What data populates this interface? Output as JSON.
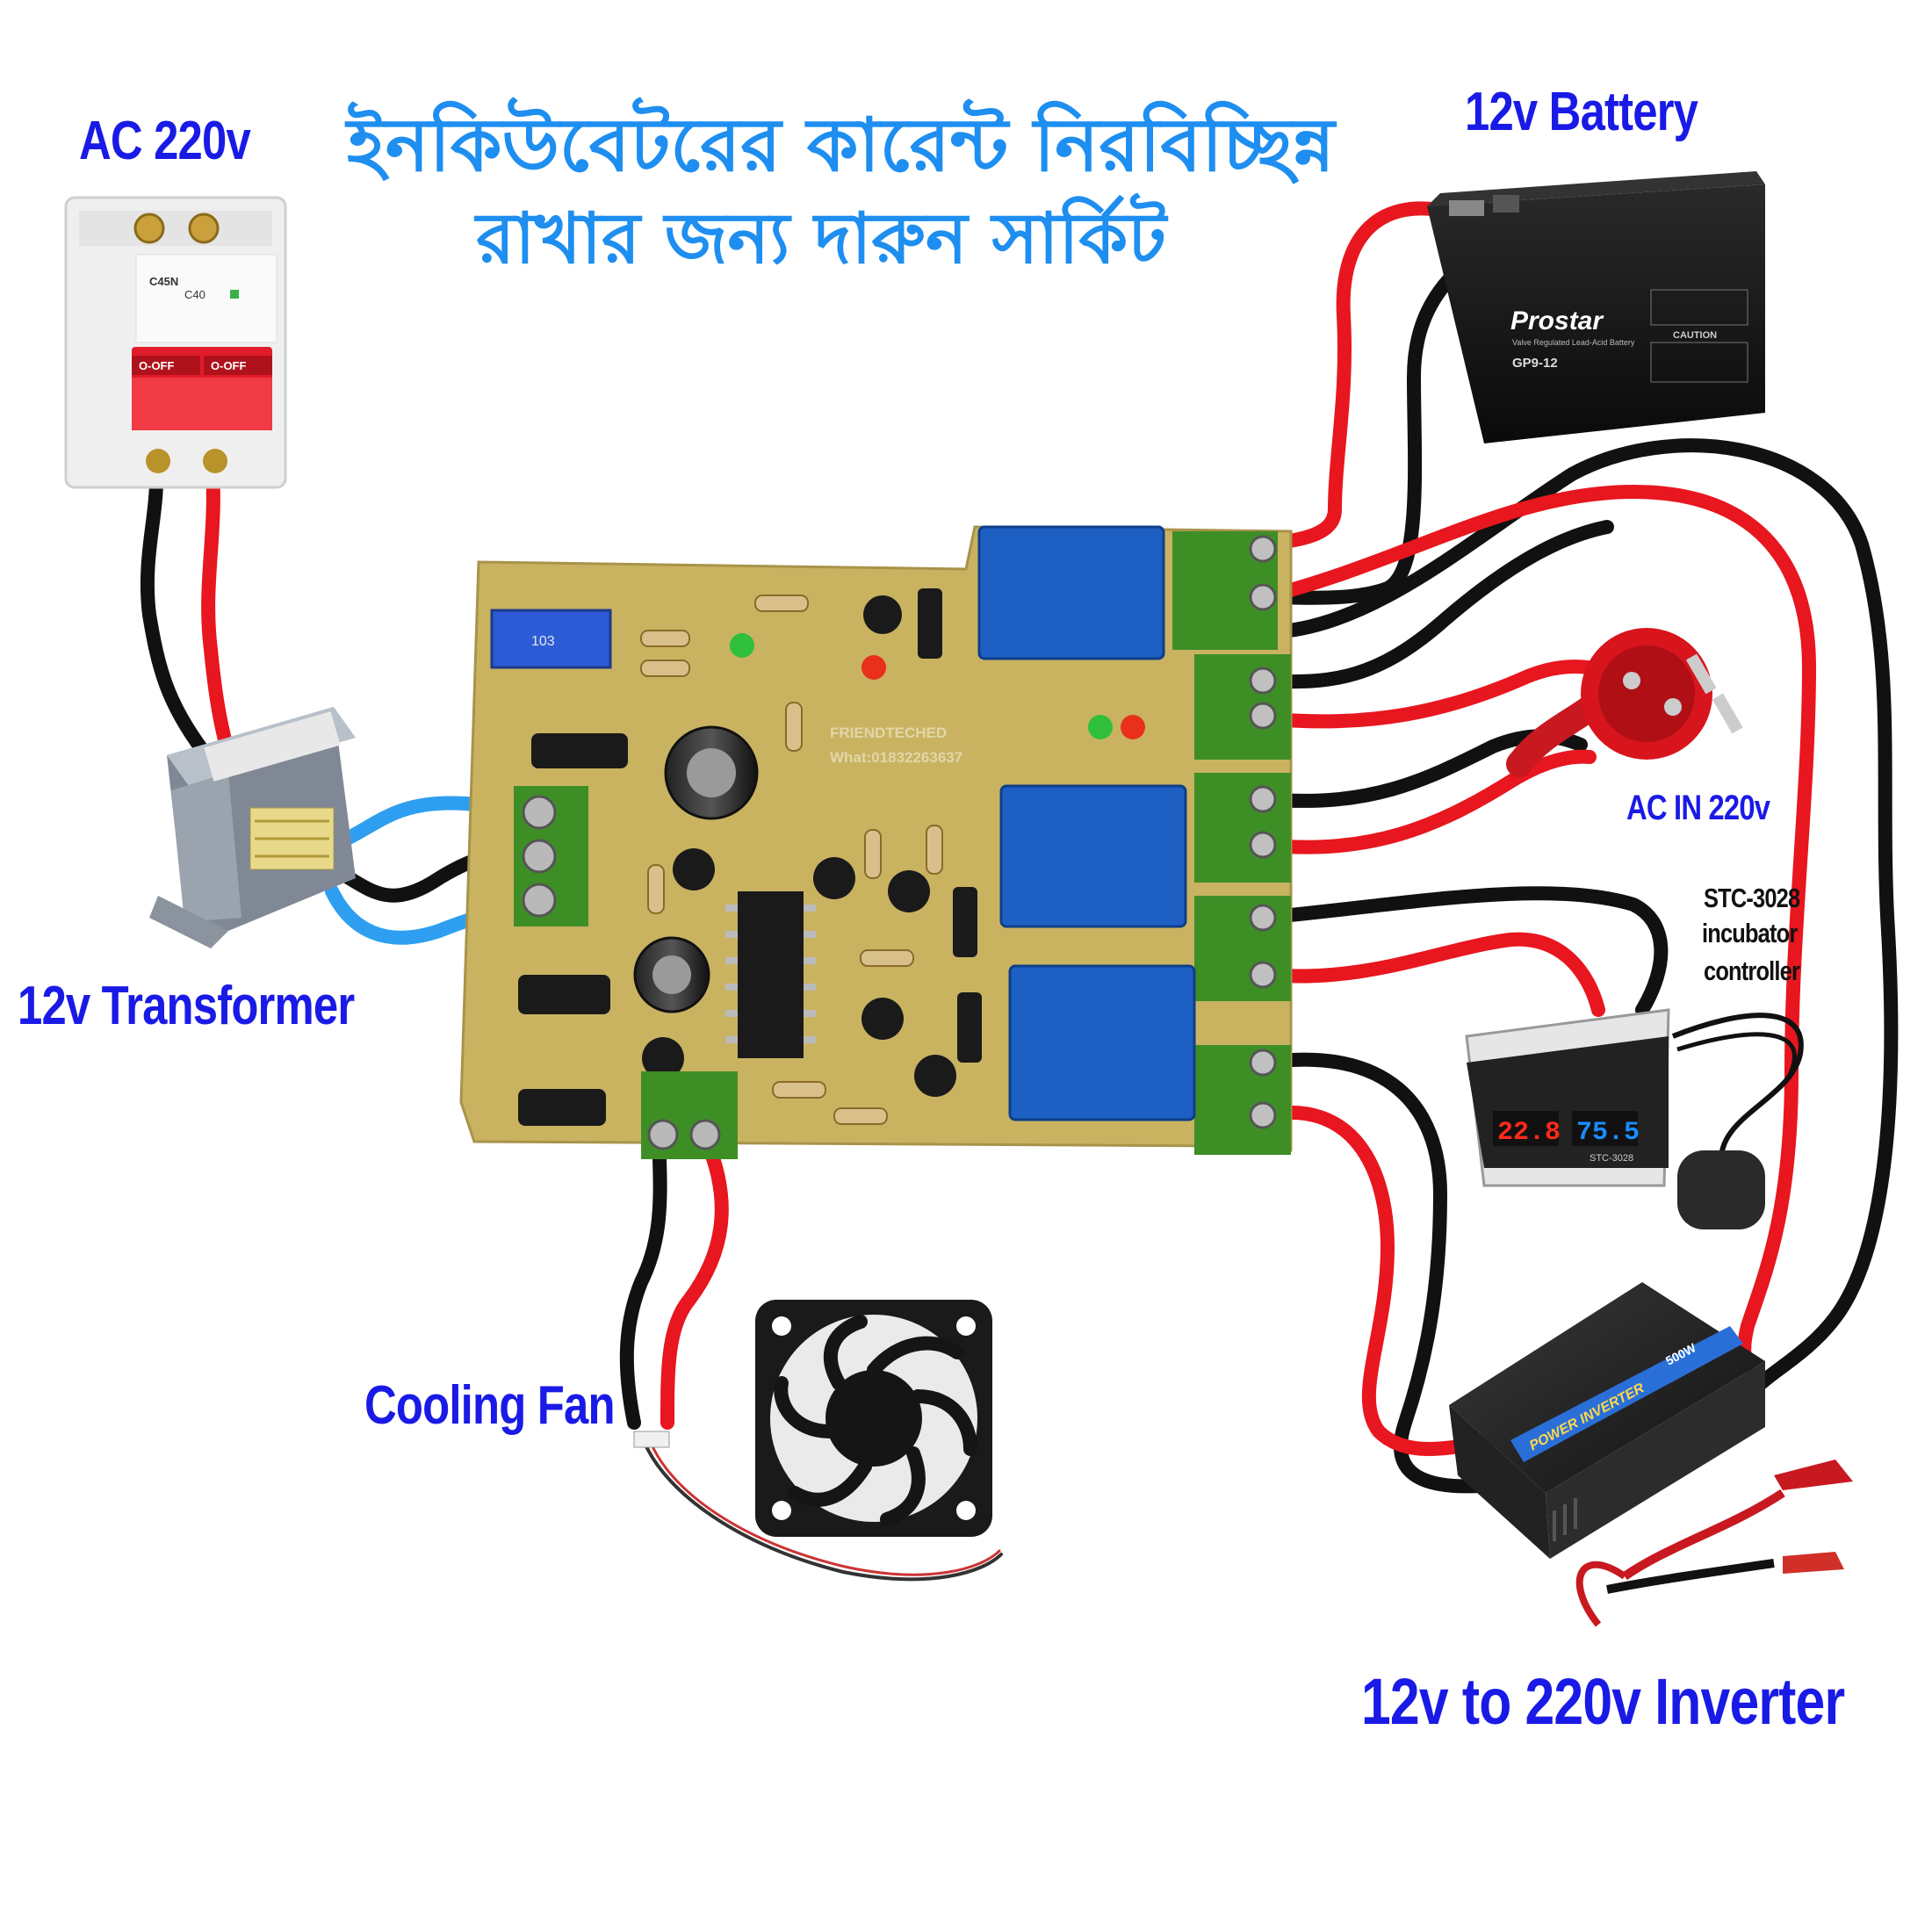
{
  "title": {
    "line1": "ইনকিউবেটরের কারেন্ট নিরবিচ্ছিন্ন",
    "line2": "রাখার জন্য দারুন সার্কিট"
  },
  "labels": {
    "ac_source": "AC 220v",
    "battery": "12v Battery",
    "transformer": "12v Transformer",
    "ac_in": "AC IN 220v",
    "controller_line1": "STC-3028",
    "controller_line2": "incubator",
    "controller_line3": "controller",
    "fan": "Cooling Fan",
    "inverter": "12v to 220v Inverter"
  },
  "device_text": {
    "breaker_model": "C45N",
    "breaker_rating": "C40",
    "breaker_off_left": "O-OFF",
    "breaker_off_right": "O-OFF",
    "battery_brand": "Prostar",
    "battery_model": "GP9-12",
    "battery_sub": "Valve Regulated Lead-Acid Battery",
    "battery_caution": "CAUTION",
    "pcb_brand": "FRIENDTECHED",
    "pcb_phone": "What:01832263637",
    "pcb_pot": "103",
    "controller_temp": "22.8",
    "controller_hum": "75.5",
    "controller_model": "STC-3028",
    "inverter_label": "POWER INVERTER",
    "inverter_watt": "500W"
  },
  "colors": {
    "label_blue": "#1a1ae6",
    "title_blue": "#1e8ef0",
    "wire_red": "#e8161e",
    "wire_black": "#111111",
    "wire_blue": "#2e9ff0",
    "pcb": "#c9b361",
    "relay": "#1d5fc2",
    "terminal": "#3e8e26"
  }
}
